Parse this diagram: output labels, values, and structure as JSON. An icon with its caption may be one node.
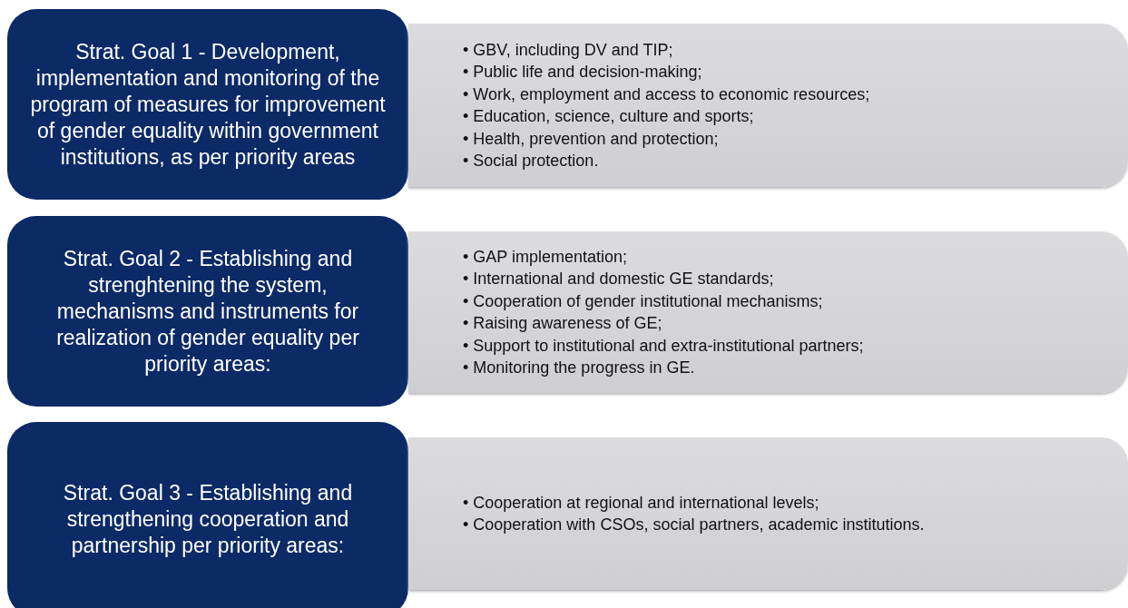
{
  "diagram": {
    "nodes": [
      {
        "text": [
          "Strat. Goal 1 - Development, implementation and monitoring of the program of measures for improvement of gender equality within government institutions, as per priority areas"
        ]
      },
      {
        "text": [
          "• GBV, including DV and TIP;",
          "• Public life and decision-making;",
          "• Work, employment and access to economic resources;",
          "• Education, science, culture and sports;",
          "• Health, prevention and protection;",
          "• Social protection."
        ]
      },
      {
        "text": [
          "Strat. Goal 2 - Establishing and strenghtening the system, mechanisms and instruments for realization of gender equality per priority areas:"
        ]
      },
      {
        "text": [
          "• GAP implementation;",
          "• International and domestic GE standards;",
          "• Cooperation of gender institutional mechanisms;",
          "• Raising awareness of GE;",
          "• Support to institutional and extra-institutional partners;",
          "• Monitoring the progress in GE."
        ]
      },
      {
        "text": [
          "Strat. Goal 3 - Establishing and strengthening cooperation and partnership per priority areas:"
        ]
      },
      {
        "text": [
          "• Cooperation at regional and international levels;",
          "• Cooperation with CSOs, social partners, academic institutions."
        ]
      }
    ],
    "edges": []
  }
}
